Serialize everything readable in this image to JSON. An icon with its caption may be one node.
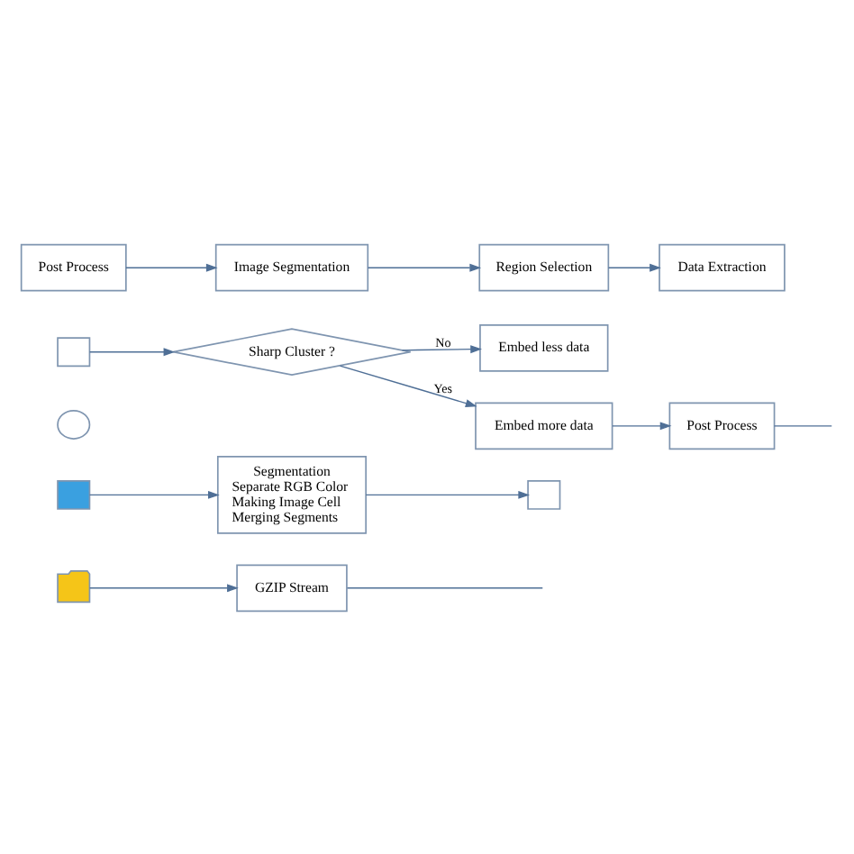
{
  "diagram": {
    "nodes": [
      {
        "text": [],
        "shape": "folder"
      },
      {
        "text": [
          "GZIP Stream"
        ]
      },
      {
        "text": [],
        "shape": "box"
      },
      {
        "text": [
          "Segmentation",
          "Separate RGB Color",
          "Making Image Cell",
          "Merging Segments"
        ]
      },
      {
        "text": [],
        "shape": "ellipse"
      },
      {
        "text": [],
        "shape": "box"
      },
      {
        "text": [],
        "shape": "box"
      },
      {
        "text": [
          "Embed less data"
        ]
      },
      {
        "text": [
          "Sharp Cluster ?"
        ]
      },
      {
        "text": [
          "Post Process"
        ]
      },
      {
        "text": [
          "Embed more data"
        ]
      },
      {
        "text": [
          "Post Process"
        ]
      },
      {
        "text": [
          "Image Segmentation"
        ]
      },
      {
        "text": [
          "Region Selection"
        ]
      },
      {
        "text": [
          "Data Extraction"
        ]
      }
    ],
    "edges": [
      {
        "from": 0,
        "to": 1,
        "arrow": "to"
      },
      {
        "from": 1,
        "to": null,
        "arrow": "none"
      },
      {
        "from": 2,
        "to": 3,
        "arrow": "to"
      },
      {
        "from": 3,
        "to": 5,
        "arrow": "to"
      },
      {
        "from": 6,
        "to": 8,
        "arrow": "to"
      },
      {
        "from": 8,
        "to": 7,
        "arrow": "to",
        "label": "No"
      },
      {
        "from": 8,
        "to": 10,
        "arrow": "to",
        "label": "Yes"
      },
      {
        "from": 10,
        "to": 9,
        "arrow": "to"
      },
      {
        "from": 9,
        "to": null,
        "arrow": "none"
      },
      {
        "from": 11,
        "to": 12,
        "arrow": "to"
      },
      {
        "from": 12,
        "to": 13,
        "arrow": "to"
      },
      {
        "from": 13,
        "to": 14,
        "arrow": "to"
      }
    ]
  }
}
